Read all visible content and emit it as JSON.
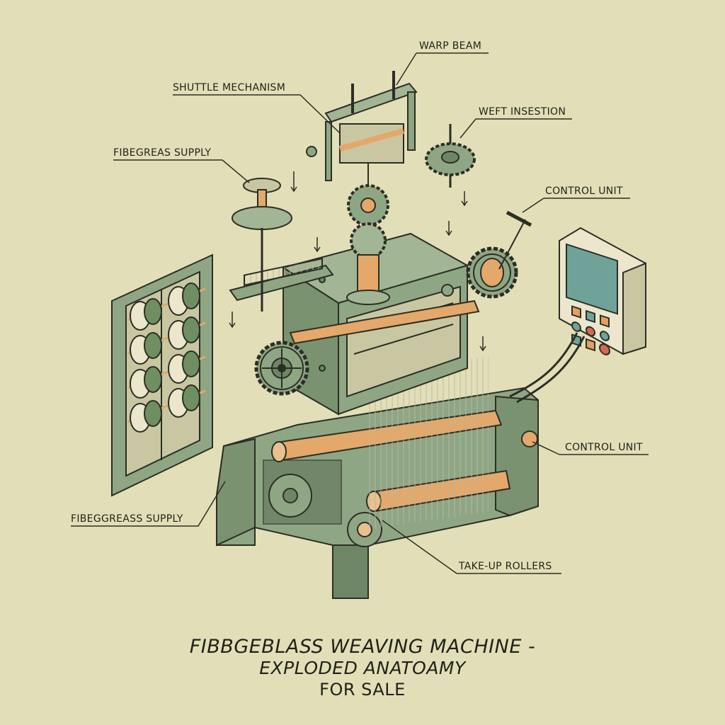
{
  "labels": {
    "warp_beam": "WARP BEAM",
    "shuttle_mechanism": "SHUTTLE MECHANISM",
    "weft_insertion": "WEFT INSESTION",
    "fiber_supply_top": "FIBEGREAS SUPPLY",
    "control_unit_top": "CONTROL UNIT",
    "control_unit_right": "CONTROL UNIT",
    "fiber_supply_bottom": "FIBEGGREASS SUPPLY",
    "take_up_rollers": "TAKE-UP ROLLERS"
  },
  "title": {
    "line1": "FIBBGEBLASS WEAVING MACHINE -",
    "line2": "EXPLODED ANATOAMY",
    "line3": "FOR SALE"
  },
  "colors": {
    "background": "#e2dfb8",
    "machine_green": "#8fa685",
    "machine_dark": "#6f8666",
    "copper": "#e3a86a",
    "spool_cream": "#ece6cc",
    "line": "#2b2e24",
    "panel_red": "#d46a52",
    "panel_teal": "#6fa39a",
    "panel_orange": "#e0a060"
  }
}
